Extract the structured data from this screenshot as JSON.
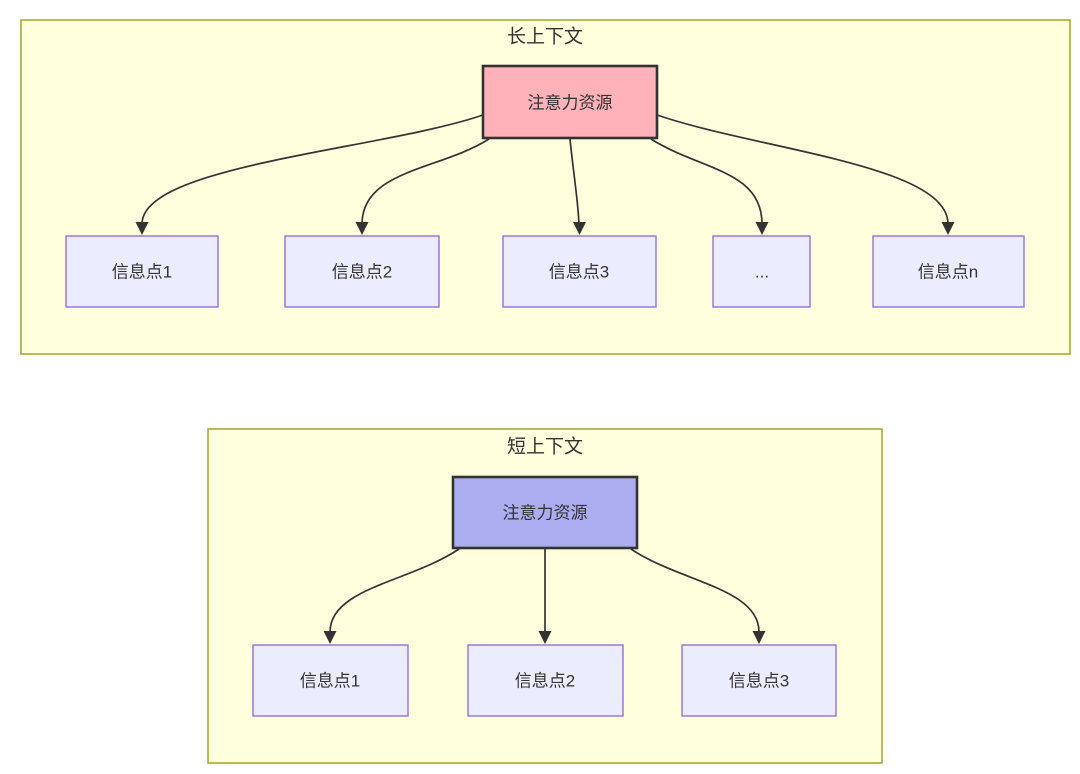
{
  "colors": {
    "canvas_bg": "#ffffff",
    "subgraph_fill": "#ffffde",
    "subgraph_stroke": "#aaaa33",
    "node_fill": "#ececff",
    "node_stroke": "#9370db",
    "root_stroke": "#333333",
    "long_root_fill": "#ffb2ba",
    "short_root_fill": "#acacf0",
    "arrow": "#333333",
    "text": "#333333"
  },
  "diagrams": [
    {
      "title": "长上下文",
      "root": {
        "label": "注意力资源"
      },
      "children": [
        {
          "label": "信息点1"
        },
        {
          "label": "信息点2"
        },
        {
          "label": "信息点3"
        },
        {
          "label": "..."
        },
        {
          "label": "信息点n"
        }
      ]
    },
    {
      "title": "短上下文",
      "root": {
        "label": "注意力资源"
      },
      "children": [
        {
          "label": "信息点1"
        },
        {
          "label": "信息点2"
        },
        {
          "label": "信息点3"
        }
      ]
    }
  ]
}
